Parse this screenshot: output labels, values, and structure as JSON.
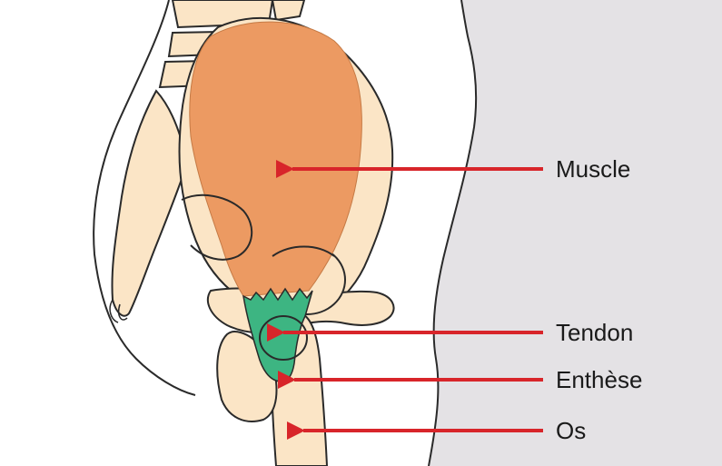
{
  "labels": {
    "muscle": "Muscle",
    "tendon": "Tendon",
    "enthesis": "Enthèse",
    "bone": "Os"
  },
  "colors": {
    "background_panel": "#e4e2e5",
    "page": "#ffffff",
    "bone": "#fbe5c6",
    "muscle": "#ec9a62",
    "tendon": "#3db582",
    "outline": "#2a2a2a",
    "arrow": "#d8252a",
    "text": "#1a1a1a"
  }
}
